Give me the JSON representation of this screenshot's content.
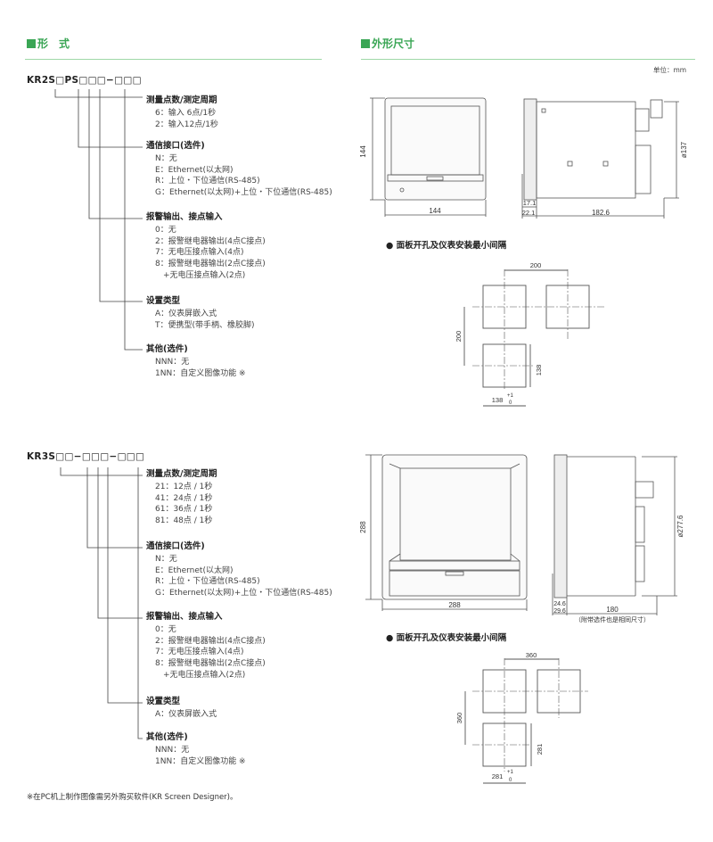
{
  "sections": {
    "model": "形　式",
    "dimensions": "外形尺寸"
  },
  "unit_label": "单位：mm",
  "kr2s": {
    "code": "KR2S□PS□□□−□□□",
    "groups": [
      {
        "title": "测量点数/测定周期",
        "options": [
          "6：输入  6点/1秒",
          "2：输入12点/1秒"
        ]
      },
      {
        "title": "通信接口(选件)",
        "options": [
          "N：无",
          "E：Ethernet(以太网)",
          "R：上位・下位通信(RS-485)",
          "G：Ethernet(以太网)+上位・下位通信(RS-485)"
        ]
      },
      {
        "title": "报警输出、接点输入",
        "options": [
          "0：无",
          "2：报警继电器输出(4点C接点)",
          "7：无电压接点输入(4点)",
          "8：报警继电器输出(2点C接点)",
          "　+无电压接点输入(2点)"
        ]
      },
      {
        "title": "设置类型",
        "options": [
          "A：仪表屏嵌入式",
          "T：便携型(带手柄、橡胶脚)"
        ]
      },
      {
        "title": "其他(选件)",
        "options": [
          "NNN：无",
          "1NN：自定义图像功能 ※"
        ]
      }
    ],
    "dims": {
      "height": "144",
      "width": "144",
      "depth1": "17.1",
      "depth2": "22.1",
      "depth3": "182.6",
      "diag": "ø137"
    },
    "cutout": {
      "title": "● 面板开孔及仪表安装最小间隔",
      "pitch_h": "200",
      "pitch_v": "200",
      "hole": "138",
      "tol_plus": "+1",
      "tol_minus": "0"
    }
  },
  "kr3s": {
    "code": "KR3S□□−□□□−□□□",
    "groups": [
      {
        "title": "测量点数/测定周期",
        "options": [
          "21：12点 / 1秒",
          "41：24点 / 1秒",
          "61：36点 / 1秒",
          "81：48点 / 1秒"
        ]
      },
      {
        "title": "通信接口(选件)",
        "options": [
          "N：无",
          "E：Ethernet(以太网)",
          "R：上位・下位通信(RS-485)",
          "G：Ethernet(以太网)+上位・下位通信(RS-485)"
        ]
      },
      {
        "title": "报警输出、接点输入",
        "options": [
          "0：无",
          "2：报警继电器输出(4点C接点)",
          "7：无电压接点输入(4点)",
          "8：报警继电器输出(2点C接点)",
          "　+无电压接点输入(2点)"
        ]
      },
      {
        "title": "设置类型",
        "options": [
          "A：仪表屏嵌入式"
        ]
      },
      {
        "title": "其他(选件)",
        "options": [
          "NNN：无",
          "1NN：自定义图像功能 ※"
        ]
      }
    ],
    "dims": {
      "height": "288",
      "width": "288",
      "depth1": "24.6",
      "depth2": "29.6",
      "depth3": "180",
      "diag": "ø277.6",
      "note": "（附带选件也是相同尺寸）"
    },
    "cutout": {
      "title": "● 面板开孔及仪表安装最小间隔",
      "pitch_h": "360",
      "pitch_v": "360",
      "hole": "281",
      "tol_plus": "+1",
      "tol_minus": "0"
    }
  },
  "footnote": "※在PC机上制作图像需另外购买软件(KR Screen Designer)。"
}
